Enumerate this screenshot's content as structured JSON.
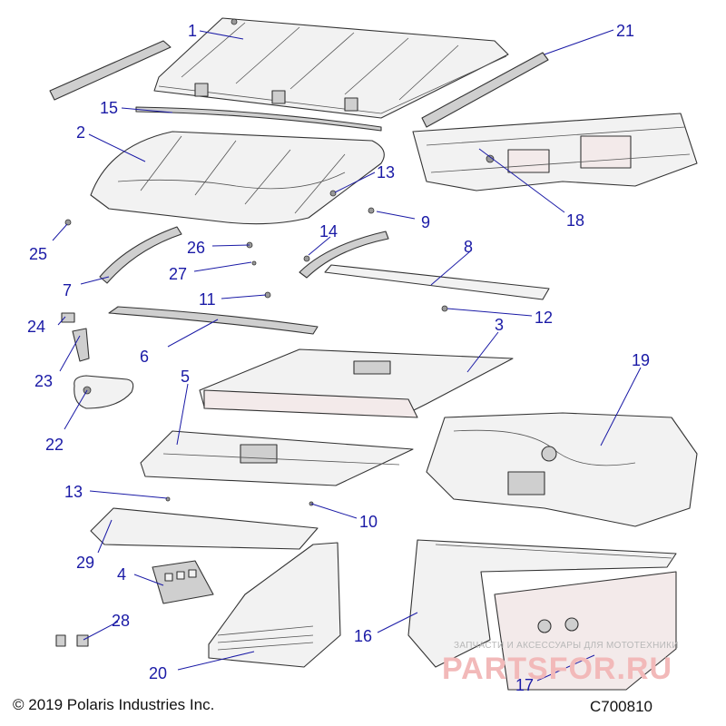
{
  "footer": {
    "copyright": "© 2019 Polaris Industries Inc.",
    "diagram_id": "C700810"
  },
  "watermark": {
    "tagline": "ЗАПЧАСТИ И АКСЕССУАРЫ ДЛЯ МОТОТЕХНИКИ",
    "brand": "PARTSFOR.RU"
  },
  "callouts": [
    "1",
    "2",
    "3",
    "4",
    "5",
    "6",
    "7",
    "8",
    "9",
    "10",
    "11",
    "12",
    "13",
    "13",
    "14",
    "15",
    "16",
    "17",
    "18",
    "19",
    "20",
    "21",
    "22",
    "23",
    "24",
    "25",
    "26",
    "27",
    "28",
    "29"
  ]
}
